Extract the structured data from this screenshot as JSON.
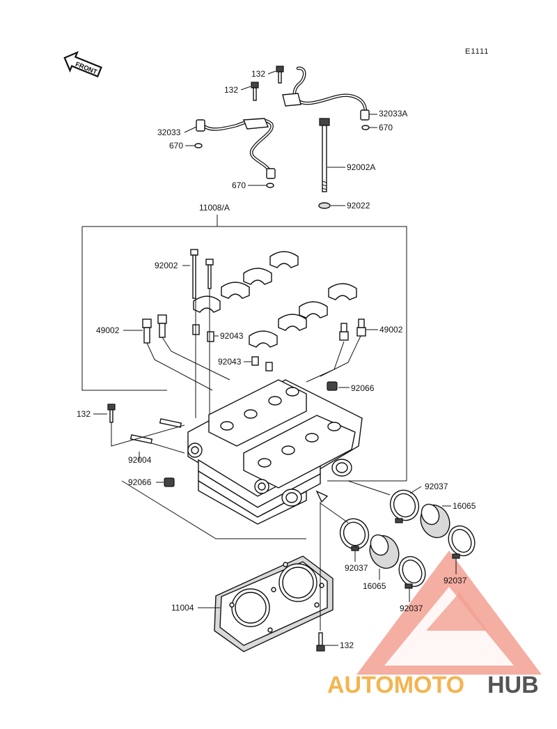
{
  "diagram": {
    "code": "E1111",
    "front_label": "FRONT",
    "parts": {
      "p132_a": "132",
      "p132_b": "132",
      "p32033": "32033",
      "p670_a": "670",
      "p670_b": "670",
      "p32033a": "32033A",
      "p670_c": "670",
      "p92002a": "92002A",
      "p92022": "92022",
      "p11008": "11008/A",
      "p92002": "92002",
      "p49002_l": "49002",
      "p49002_r": "49002",
      "p92043_a": "92043",
      "p92043_b": "92043",
      "p92066_a": "92066",
      "p132_c": "132",
      "p92004": "92004",
      "p92066_b": "92066",
      "p92037_a": "92037",
      "p16065_a": "16065",
      "p92037_b": "92037",
      "p16065_b": "16065",
      "p92037_c": "92037",
      "p92037_d": "92037",
      "p11004": "11004",
      "p132_d": "132"
    }
  },
  "watermark": {
    "part1": "AUTOMOTO",
    "part2": "HUB",
    "color_primary": "#f08c7c",
    "color_secondary": "#f4b450",
    "color_dark": "#555555"
  }
}
